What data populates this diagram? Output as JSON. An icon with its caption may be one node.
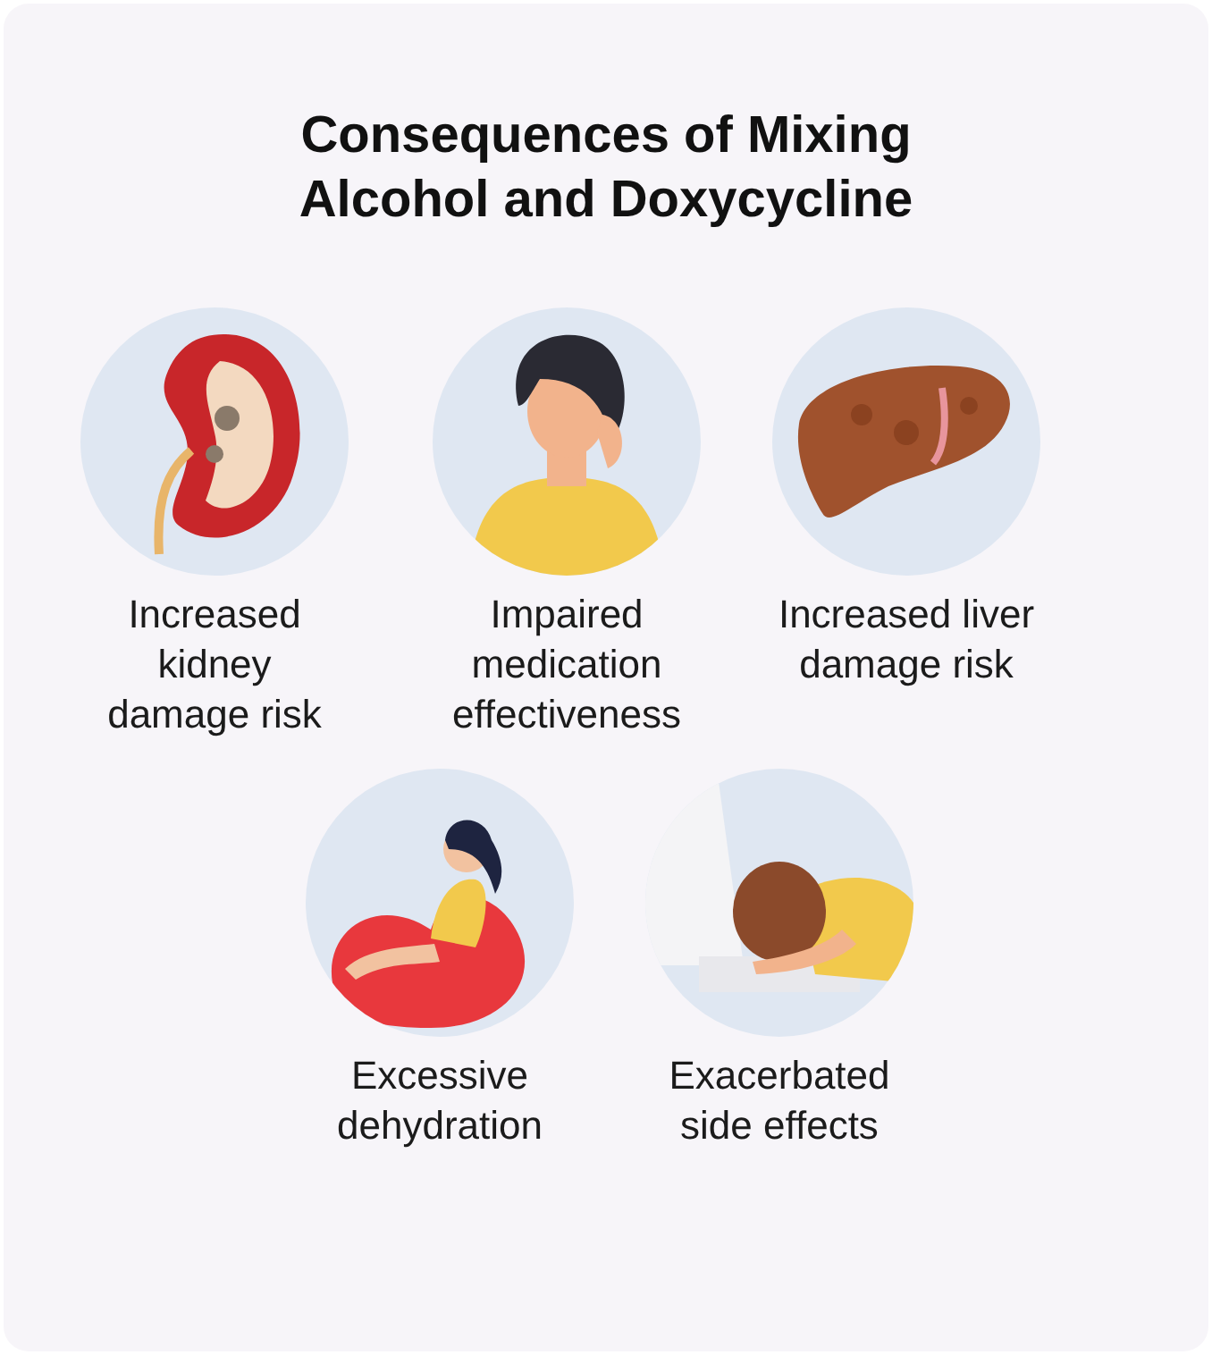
{
  "diagram": {
    "title": "Consequences of Mixing Alcohol and Doxycycline",
    "nodes": [
      {
        "text": [
          "Increased kidney damage risk"
        ]
      },
      {
        "text": [
          "Impaired medication effectiveness"
        ]
      },
      {
        "text": [
          "Increased liver damage risk"
        ]
      },
      {
        "text": [
          "Excessive dehydration"
        ]
      },
      {
        "text": [
          "Exacerbated side effects"
        ]
      }
    ]
  }
}
